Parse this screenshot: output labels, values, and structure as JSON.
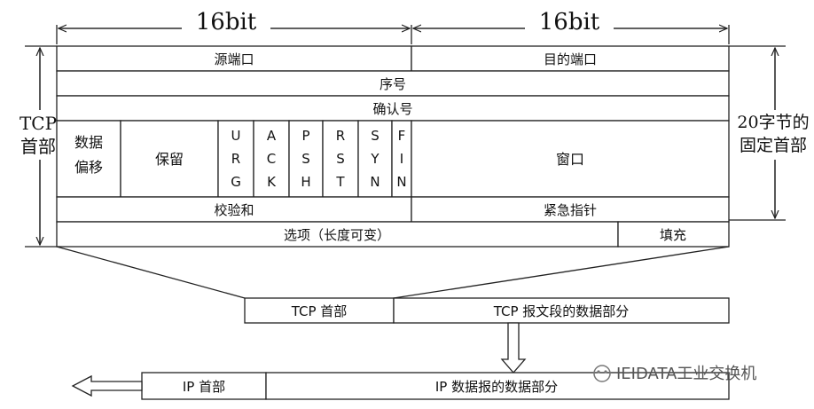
{
  "top": {
    "left_width_label": "16bit",
    "right_width_label": "16bit"
  },
  "side": {
    "left_line1": "TCP",
    "left_line2": "首部",
    "right_line1": "20字节的",
    "right_line2": "固定首部"
  },
  "header": {
    "source_port": "源端口",
    "dest_port": "目的端口",
    "seq": "序号",
    "ack": "确认号",
    "data_offset_line1": "数据",
    "data_offset_line2": "偏移",
    "reserved": "保留",
    "flags": [
      [
        "U",
        "R",
        "G"
      ],
      [
        "A",
        "C",
        "K"
      ],
      [
        "P",
        "S",
        "H"
      ],
      [
        "R",
        "S",
        "T"
      ],
      [
        "S",
        "Y",
        "N"
      ],
      [
        "F",
        "I",
        "N"
      ]
    ],
    "window": "窗口",
    "checksum": "校验和",
    "urgent_pointer": "紧急指针",
    "options": "选项（长度可变）",
    "padding": "填充"
  },
  "tcp_segment": {
    "header": "TCP 首部",
    "data": "TCP 报文段的数据部分"
  },
  "ip_datagram": {
    "header": "IP 首部",
    "data": "IP 数据报的数据部分"
  },
  "watermark": "IEIDATA工业交换机"
}
